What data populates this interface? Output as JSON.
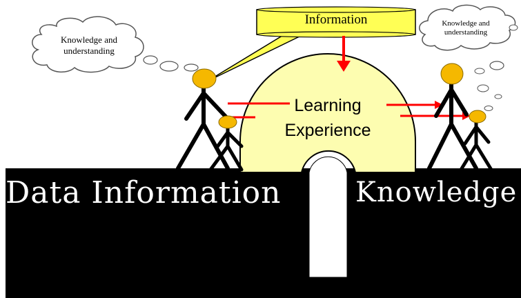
{
  "callout": {
    "text": "Information"
  },
  "thought_left": {
    "text_line1": "Knowledge and",
    "text_line2": "understanding"
  },
  "thought_right": {
    "text_line1": "Knowledge and",
    "text_line2": "understanding"
  },
  "arch": {
    "line1": "Learning",
    "line2": "Experience"
  },
  "band": {
    "left_label": "Data Information",
    "right_label": "Knowledge"
  },
  "colors": {
    "background": "#ffffff",
    "band": "#000000",
    "head": "#f5b800",
    "callout_fill": "#ffff55",
    "arch_fill": "#fdfdb0",
    "arrow": "#ff0000",
    "band_text": "#ffffff"
  }
}
